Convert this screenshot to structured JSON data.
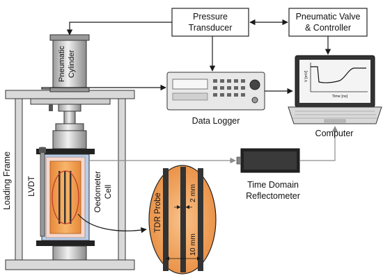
{
  "labels": {
    "pressure_transducer": [
      "Pressure",
      "Transducer"
    ],
    "pneumatic_valve": [
      "Pneumatic Valve",
      "& Controller"
    ],
    "pneumatic_cylinder": [
      "Pneumatic",
      "Cylinder"
    ],
    "data_logger": "Data Logger",
    "computer": "Computer",
    "loading_frame": "Loading Frame",
    "lvdt": "LVDT",
    "oedometer_cell": [
      "Oedometer",
      "Cell"
    ],
    "tdr_reflectometer": [
      "Time Domain",
      "Reflectometer"
    ],
    "tdr_probe": "TDR Probe",
    "dim_2mm": "2 mm",
    "dim_10mm": "10 mm",
    "screen_ylabel": "V [mV]",
    "screen_xlabel": "Time [ns]"
  },
  "colors": {
    "soil_orange": "#f2a24a",
    "soil_pink": "#f7d6cc",
    "cell_blue": "#b9cde8",
    "frame_gray": "#d9d9d9",
    "arrow_gray": "#8c8c8c",
    "dark": "#1a1a1a"
  }
}
